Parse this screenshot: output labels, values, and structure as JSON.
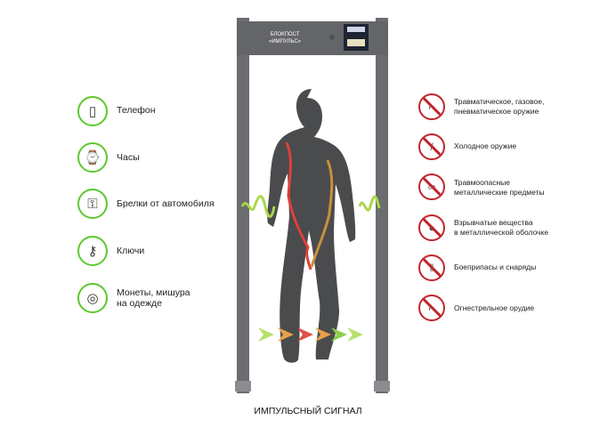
{
  "gate": {
    "brand_line1": "БЛОКПОСТ",
    "brand_line2": "«ИМПУЛЬС»"
  },
  "allowed_items": [
    {
      "icon": "phone-icon",
      "label": "Телефон"
    },
    {
      "icon": "watch-icon",
      "label": "Часы"
    },
    {
      "icon": "car-key-fob-icon",
      "label": "Брелки от автомобиля"
    },
    {
      "icon": "keys-icon",
      "label": "Ключи"
    },
    {
      "icon": "coins-icon",
      "label_line1": "Монеты, мишура",
      "label_line2": "на одежде"
    }
  ],
  "prohibited_items": [
    {
      "icon": "pistol-icon",
      "label_line1": "Травматическое, газовое,",
      "label_line2": "пневматическое оружие"
    },
    {
      "icon": "knife-icon",
      "label_line1": "Холодное оружие",
      "label_line2": ""
    },
    {
      "icon": "brass-knuckles-icon",
      "label_line1": "Травмоопасные",
      "label_line2": "металлические предметы"
    },
    {
      "icon": "grenade-icon",
      "label_line1": "Взрывчатые вещества",
      "label_line2": "в металлической оболочке"
    },
    {
      "icon": "ammo-icon",
      "label_line1": "Боеприпасы и снаряды",
      "label_line2": ""
    },
    {
      "icon": "firearm-icon",
      "label_line1": "Огнестрельное орудие",
      "label_line2": ""
    }
  ],
  "caption": "ИМПУЛЬСНЫЙ СИГНАЛ",
  "colors": {
    "allowed": "#5cc82e",
    "prohibited": "#c0262d",
    "frame": "#6b6d70",
    "figure": "#4a4b4d"
  }
}
